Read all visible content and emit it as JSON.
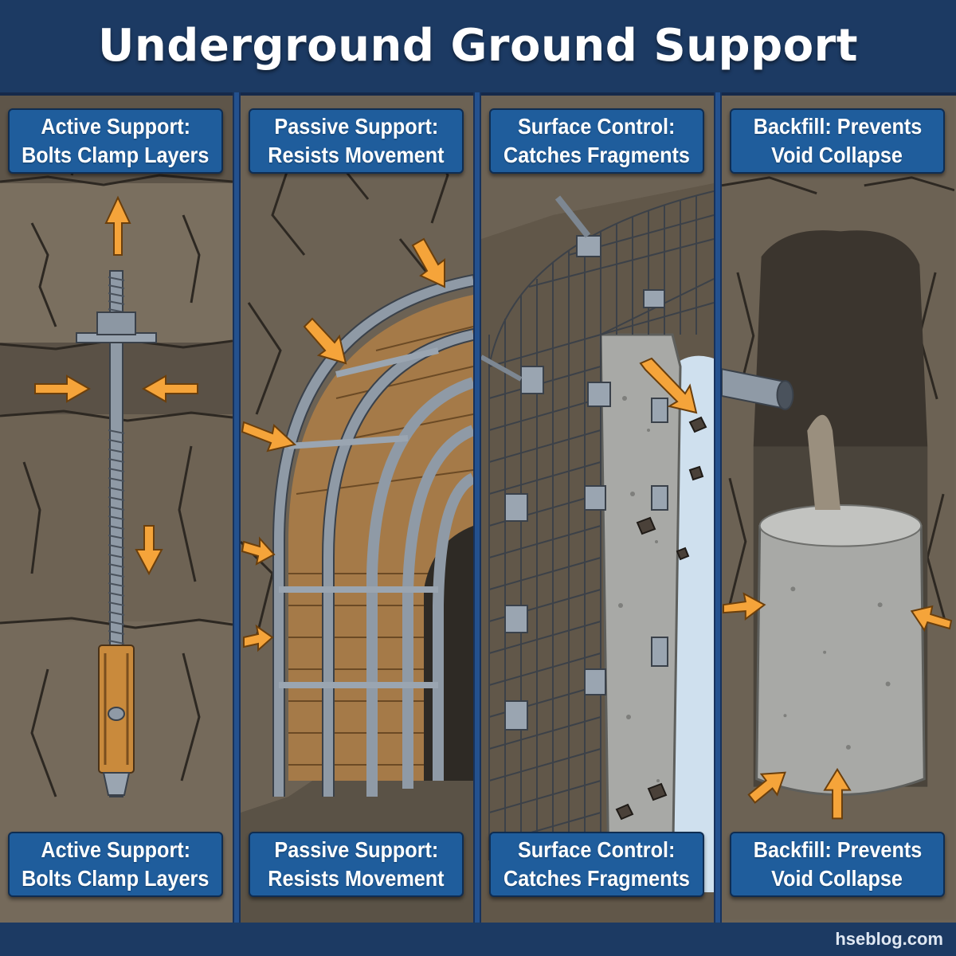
{
  "title": "Underground Ground Support Systems",
  "credit": "hseblog.com",
  "panels": [
    {
      "label_line1": "Active Support:",
      "label_line2": "Bolts Clamp Layers"
    },
    {
      "label_line1": "Passive Support:",
      "label_line2": "Resists Movement"
    },
    {
      "label_line1": "Surface Control:",
      "label_line2": "Catches Fragments"
    },
    {
      "label_line1": "Backfill: Prevents",
      "label_line2": "Void Collapse"
    }
  ],
  "colors": {
    "header": "#1c3a63",
    "divider": "#24518e",
    "label_box": "#1f5d9c",
    "arrow": "#f5a43a",
    "rock": "#6e6456",
    "steel": "#8f9aa6",
    "timber": "#a57a48",
    "concrete": "#a8a9a6"
  }
}
